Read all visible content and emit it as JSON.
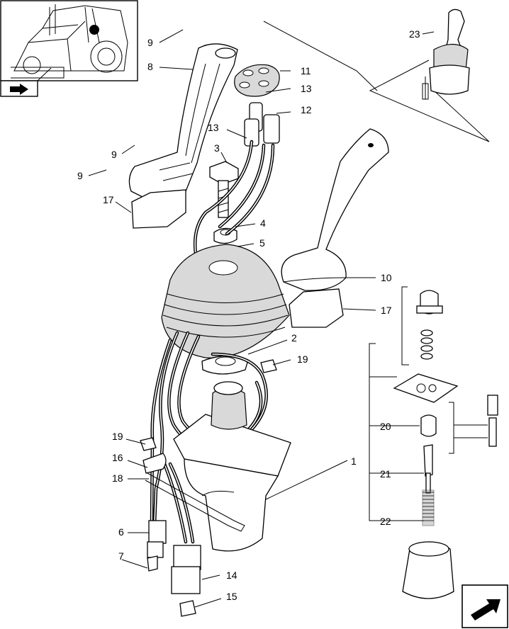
{
  "labels": {
    "l1": "1",
    "l2": "2",
    "l3": "3",
    "l4": "4",
    "l5": "5",
    "l6": "6",
    "l7": "7",
    "l8": "8",
    "l9a": "9",
    "l9b": "9",
    "l9c": "9",
    "l10": "10",
    "l11": "11",
    "l12": "12",
    "l13a": "13",
    "l13b": "13",
    "l14": "14",
    "l15": "15",
    "l16": "16",
    "l17a": "17",
    "l17b": "17",
    "l18": "18",
    "l19a": "19",
    "l19b": "19",
    "l20": "20",
    "l21": "21",
    "l22": "22",
    "l23": "23"
  },
  "icons": {
    "thumbnail": "tractor-location-thumbnail-icon",
    "nav_back": "back-arrow-icon",
    "nav_next": "next-page-arrow-icon"
  }
}
